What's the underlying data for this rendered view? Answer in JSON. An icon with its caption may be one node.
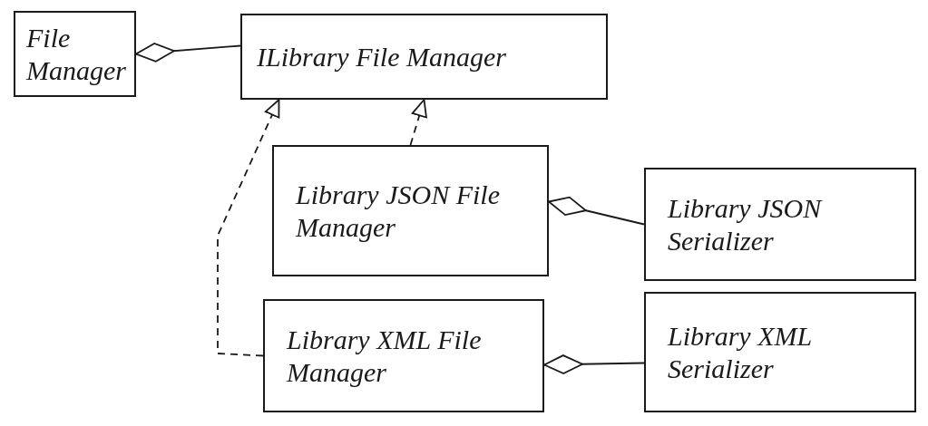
{
  "diagram": {
    "nodes": [
      {
        "text": [
          "File Manager"
        ]
      },
      {
        "text": [
          "ILibrary File Manager"
        ]
      },
      {
        "text": [
          "Library JSON File Manager"
        ]
      },
      {
        "text": [
          "Library JSON Serializer"
        ]
      },
      {
        "text": [
          "Library XML File Manager"
        ]
      },
      {
        "text": [
          "Library XML Serializer"
        ]
      }
    ],
    "edges": [
      {
        "from": 0,
        "to": 1,
        "arrow": "other"
      },
      {
        "from": 2,
        "to": 1,
        "arrow": "to",
        "style": "dashed"
      },
      {
        "from": 4,
        "to": 1,
        "arrow": "to",
        "style": "dashed"
      },
      {
        "from": 2,
        "to": 3,
        "arrow": "other"
      },
      {
        "from": 4,
        "to": 5,
        "arrow": "other"
      }
    ]
  }
}
